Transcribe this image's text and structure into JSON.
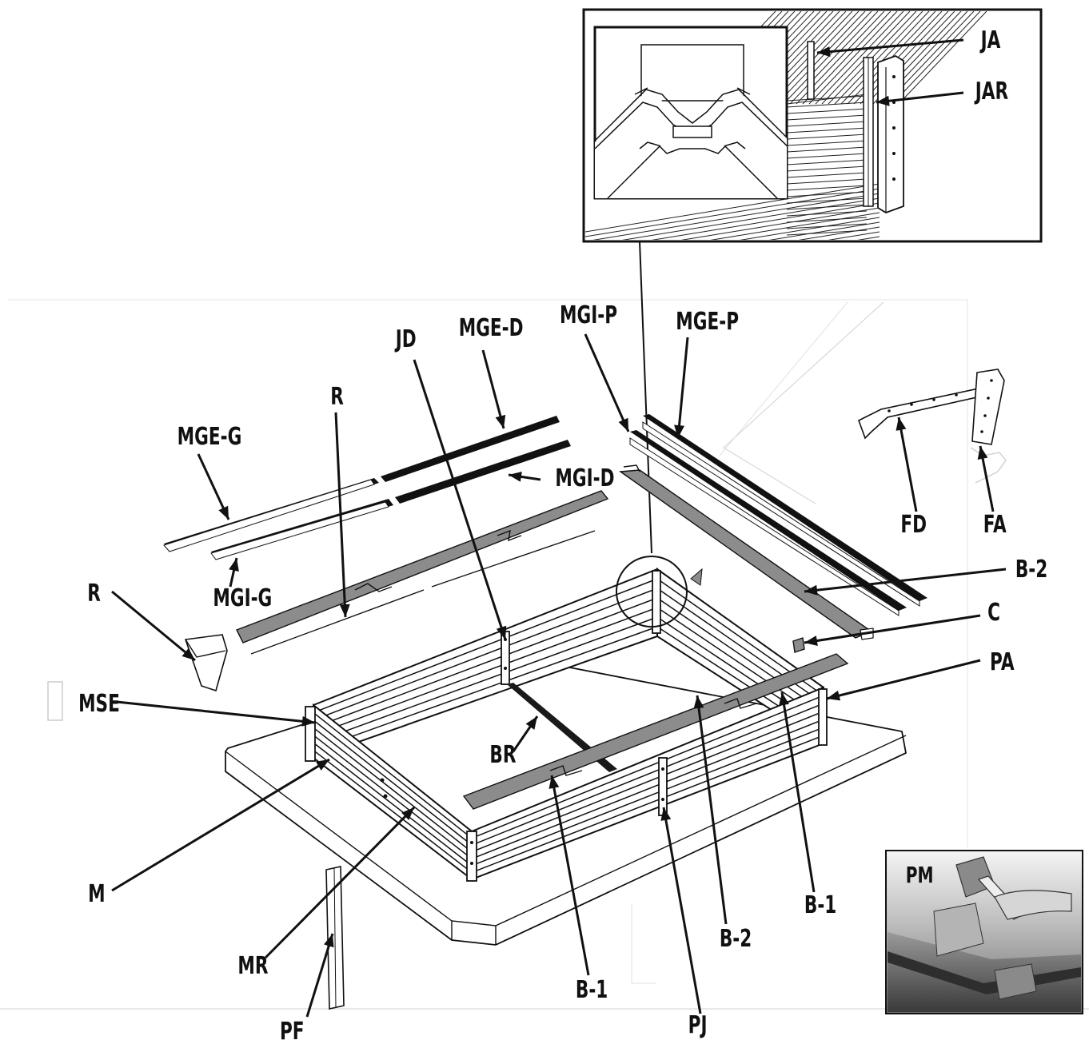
{
  "labels": {
    "JA": "JA",
    "JAR": "JAR",
    "JD": "JD",
    "MGE_D": "MGE-D",
    "MGI_P": "MGI-P",
    "MGE_P": "MGE-P",
    "R_top": "R",
    "MGE_G": "MGE-G",
    "MGI_D": "MGI-D",
    "FD": "FD",
    "FA": "FA",
    "R_left": "R",
    "MGI_G": "MGI-G",
    "B2_right": "B-2",
    "C": "C",
    "PA": "PA",
    "MSE": "MSE",
    "BR": "BR",
    "M": "M",
    "PM": "PM",
    "B1_right": "B-1",
    "B2_bottom": "B-2",
    "MR": "MR",
    "B1_bottom": "B-1",
    "PF": "PF",
    "PJ": "PJ"
  },
  "colors": {
    "ink": "#111111",
    "board": "#8c8c8c",
    "rail": "#1a1a1a",
    "slab": "#ffffff"
  }
}
